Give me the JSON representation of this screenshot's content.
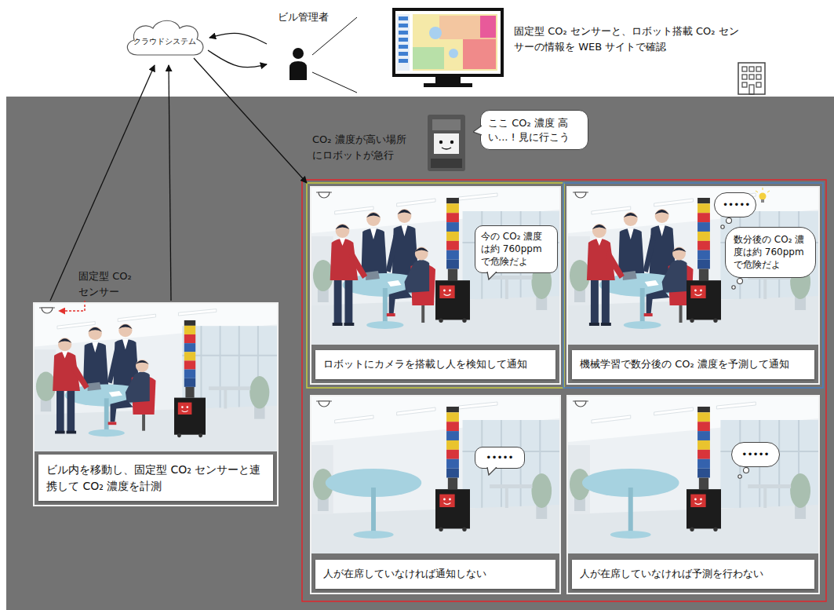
{
  "diagram": {
    "nodes": [
      {
        "text": [
          "クラウドシステム"
        ]
      },
      {
        "text": [
          "ビル管理者"
        ]
      },
      {
        "text": [
          "ビル内を移動し、固定型 CO₂ センサーと連携して CO₂ 濃度を計測"
        ]
      },
      {
        "text": [
          "ここ CO₂ 濃度 高い... ! 見に行こう"
        ]
      },
      {
        "text": [
          "ロボットにカメラを搭載し人を検知して通知"
        ]
      },
      {
        "text": [
          "今の CO₂ 濃度は約 760ppm で危険だよ"
        ],
        "in": 4
      },
      {
        "text": [
          "機械学習で数分後の CO₂ 濃度を予測して通知"
        ]
      },
      {
        "text": [
          "•••••"
        ],
        "in": 6
      },
      {
        "text": [
          "数分後の CO₂ 濃度は約 760ppm で危険だよ"
        ],
        "in": 6
      },
      {
        "text": [
          "人が在席していなければ通知しない"
        ]
      },
      {
        "text": [
          "•••••"
        ],
        "in": 9
      },
      {
        "text": [
          "人が在席していなければ予測を行わない"
        ]
      },
      {
        "text": [
          "•••••"
        ],
        "in": 11
      }
    ],
    "edges": [
      {
        "from": 1,
        "to": 0,
        "arrow": "to"
      },
      {
        "from": 0,
        "to": 1,
        "arrow": "to"
      },
      {
        "from": 2,
        "to": 0,
        "arrow": "to"
      },
      {
        "from": 2,
        "to": 0,
        "arrow": "to"
      },
      {
        "from": 0,
        "to": 4,
        "arrow": "to",
        "label": "CO₂ 濃度が高い場所にロボットが急行"
      }
    ],
    "labels": [
      "固定型 CO₂ センサーと、ロボット搭載 CO₂ センサーの情報を WEB サイトで確認",
      "固定型 CO₂ センサー"
    ]
  }
}
